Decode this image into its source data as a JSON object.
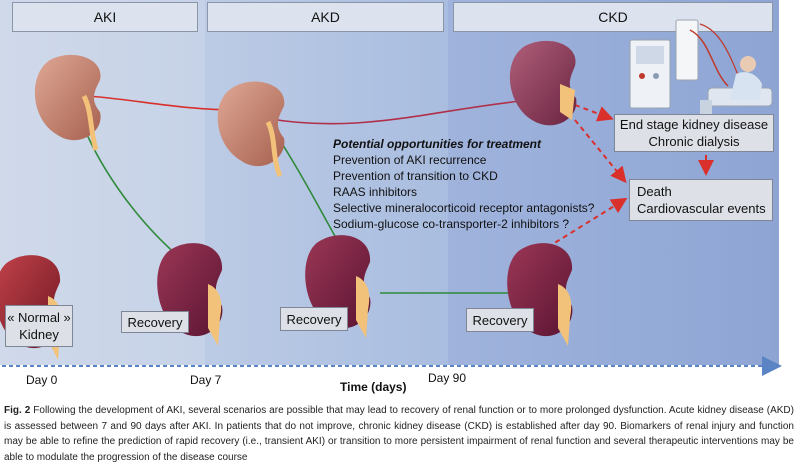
{
  "stages": {
    "aki": "AKI",
    "akd": "AKD",
    "ckd": "CKD"
  },
  "boxes": {
    "normal_kidney_line1": "« Normal »",
    "normal_kidney_line2": "Kidney",
    "recovery_1": "Recovery",
    "recovery_2": "Recovery",
    "recovery_3": "Recovery",
    "esrd_line1": "End stage kidney disease",
    "esrd_line2": "Chronic dialysis",
    "death_line1": "Death",
    "death_line2": "Cardiovascular events"
  },
  "treatment": {
    "title": "Potential opportunities for treatment",
    "items": [
      "Prevention of  AKI recurrence",
      "Prevention of transition to CKD",
      "RAAS inhibitors",
      "Selective mineralocorticoid receptor antagonists?",
      "Sodium-glucose co-transporter-2 inhibitors ?"
    ]
  },
  "axis": {
    "day0": "Day 0",
    "day7": "Day 7",
    "day90": "Day 90",
    "title": "Time (days)"
  },
  "caption": {
    "label": "Fig. 2",
    "text": " Following the development of AKI, several scenarios are possible that may lead to recovery of renal function or to more prolonged dysfunction. Acute kidney disease (AKD) is assessed between 7 and 90 days after AKI. In patients that do not improve, chronic kidney disease (CKD) is established after day 90. Biomarkers of renal injury and function may be able to refine the prediction of rapid recovery (i.e., transient AKI) or transition to more persistent impairment of renal function and several therapeutic interventions may be able to modulate the progression of the disease course"
  },
  "colors": {
    "healthy_kidney": "#9e2a33",
    "injured_kidney": "#c98a78",
    "ckd_kidney": "#8a3550",
    "ureter": "#f2c27a",
    "red_path": "#d9302c",
    "green_path": "#2f8a3a",
    "arrow_dashed": "#d9302c",
    "axis_arrow": "#5b84c4"
  }
}
